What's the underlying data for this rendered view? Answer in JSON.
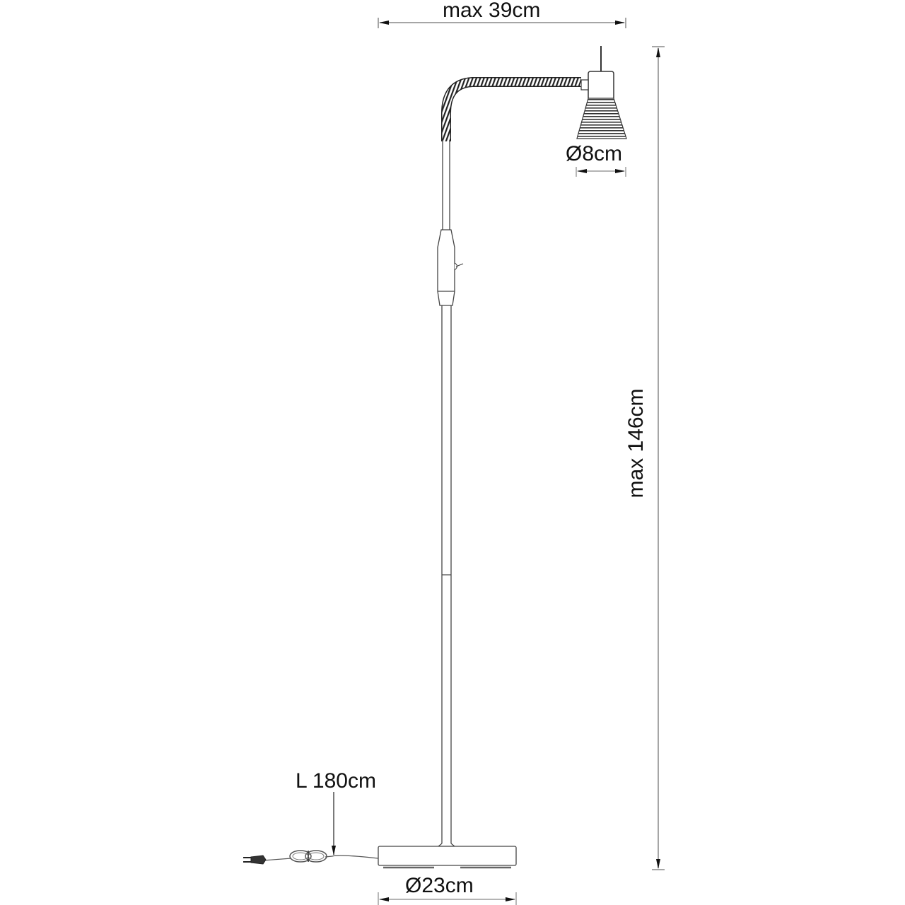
{
  "diagram": {
    "subject": "floor-lamp",
    "type": "dimension-drawing",
    "colors": {
      "line": "#111111",
      "dimension_line": "#888888",
      "background": "#ffffff"
    },
    "dimensions": {
      "max_width": "max 39cm",
      "shade_diameter": "Ø8cm",
      "max_height": "max 146cm",
      "cable_length": "L 180cm",
      "base_diameter": "Ø23cm"
    },
    "components": [
      "lamp-head-with-shade",
      "flexible-gooseneck-arm",
      "in-line-switch-housing",
      "upper-pole",
      "lower-pole",
      "round-base",
      "power-cable-with-plug"
    ]
  }
}
